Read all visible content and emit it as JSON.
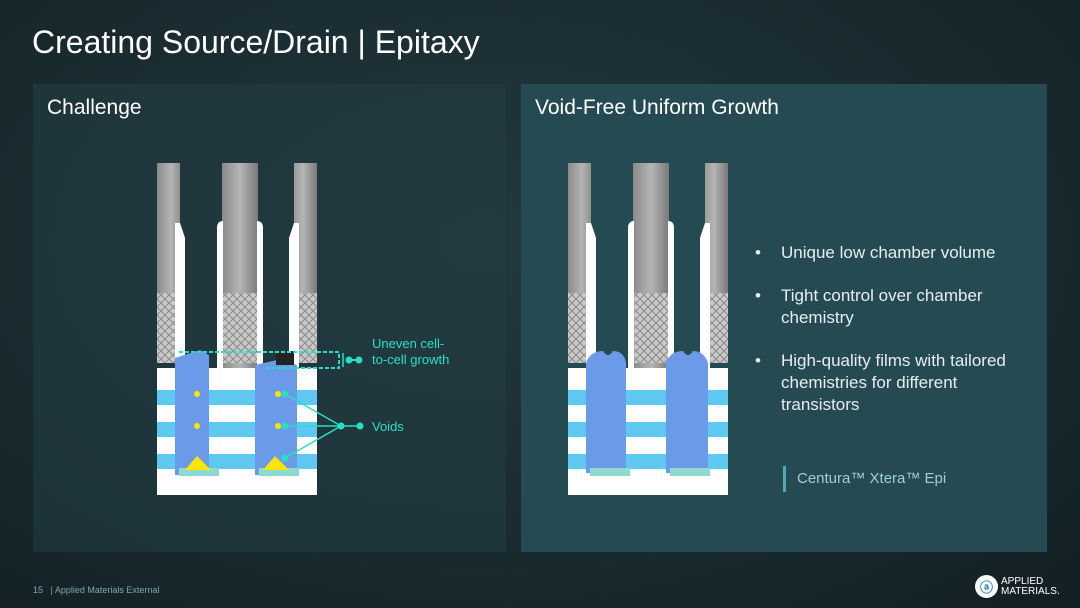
{
  "title": "Creating Source/Drain | Epitaxy",
  "left_panel": {
    "heading": "Challenge",
    "annotations": {
      "uneven": "Uneven cell-to-cell growth",
      "voids": "Voids"
    }
  },
  "right_panel": {
    "heading": "Void-Free Uniform Growth",
    "bullets": [
      "Unique low chamber volume",
      "Tight control over chamber chemistry",
      "High-quality films with tailored chemistries for different transistors"
    ],
    "product": "Centura™ Xtera™ Epi"
  },
  "footer": {
    "page": "15",
    "label": "| Applied Materials External"
  },
  "logo": {
    "text": "APPLIED MATERIALS."
  },
  "colors": {
    "accent": "#27e0c4",
    "epi": "#6b9be8",
    "stripe": "#5ec8f0",
    "void": "#ffe600"
  }
}
